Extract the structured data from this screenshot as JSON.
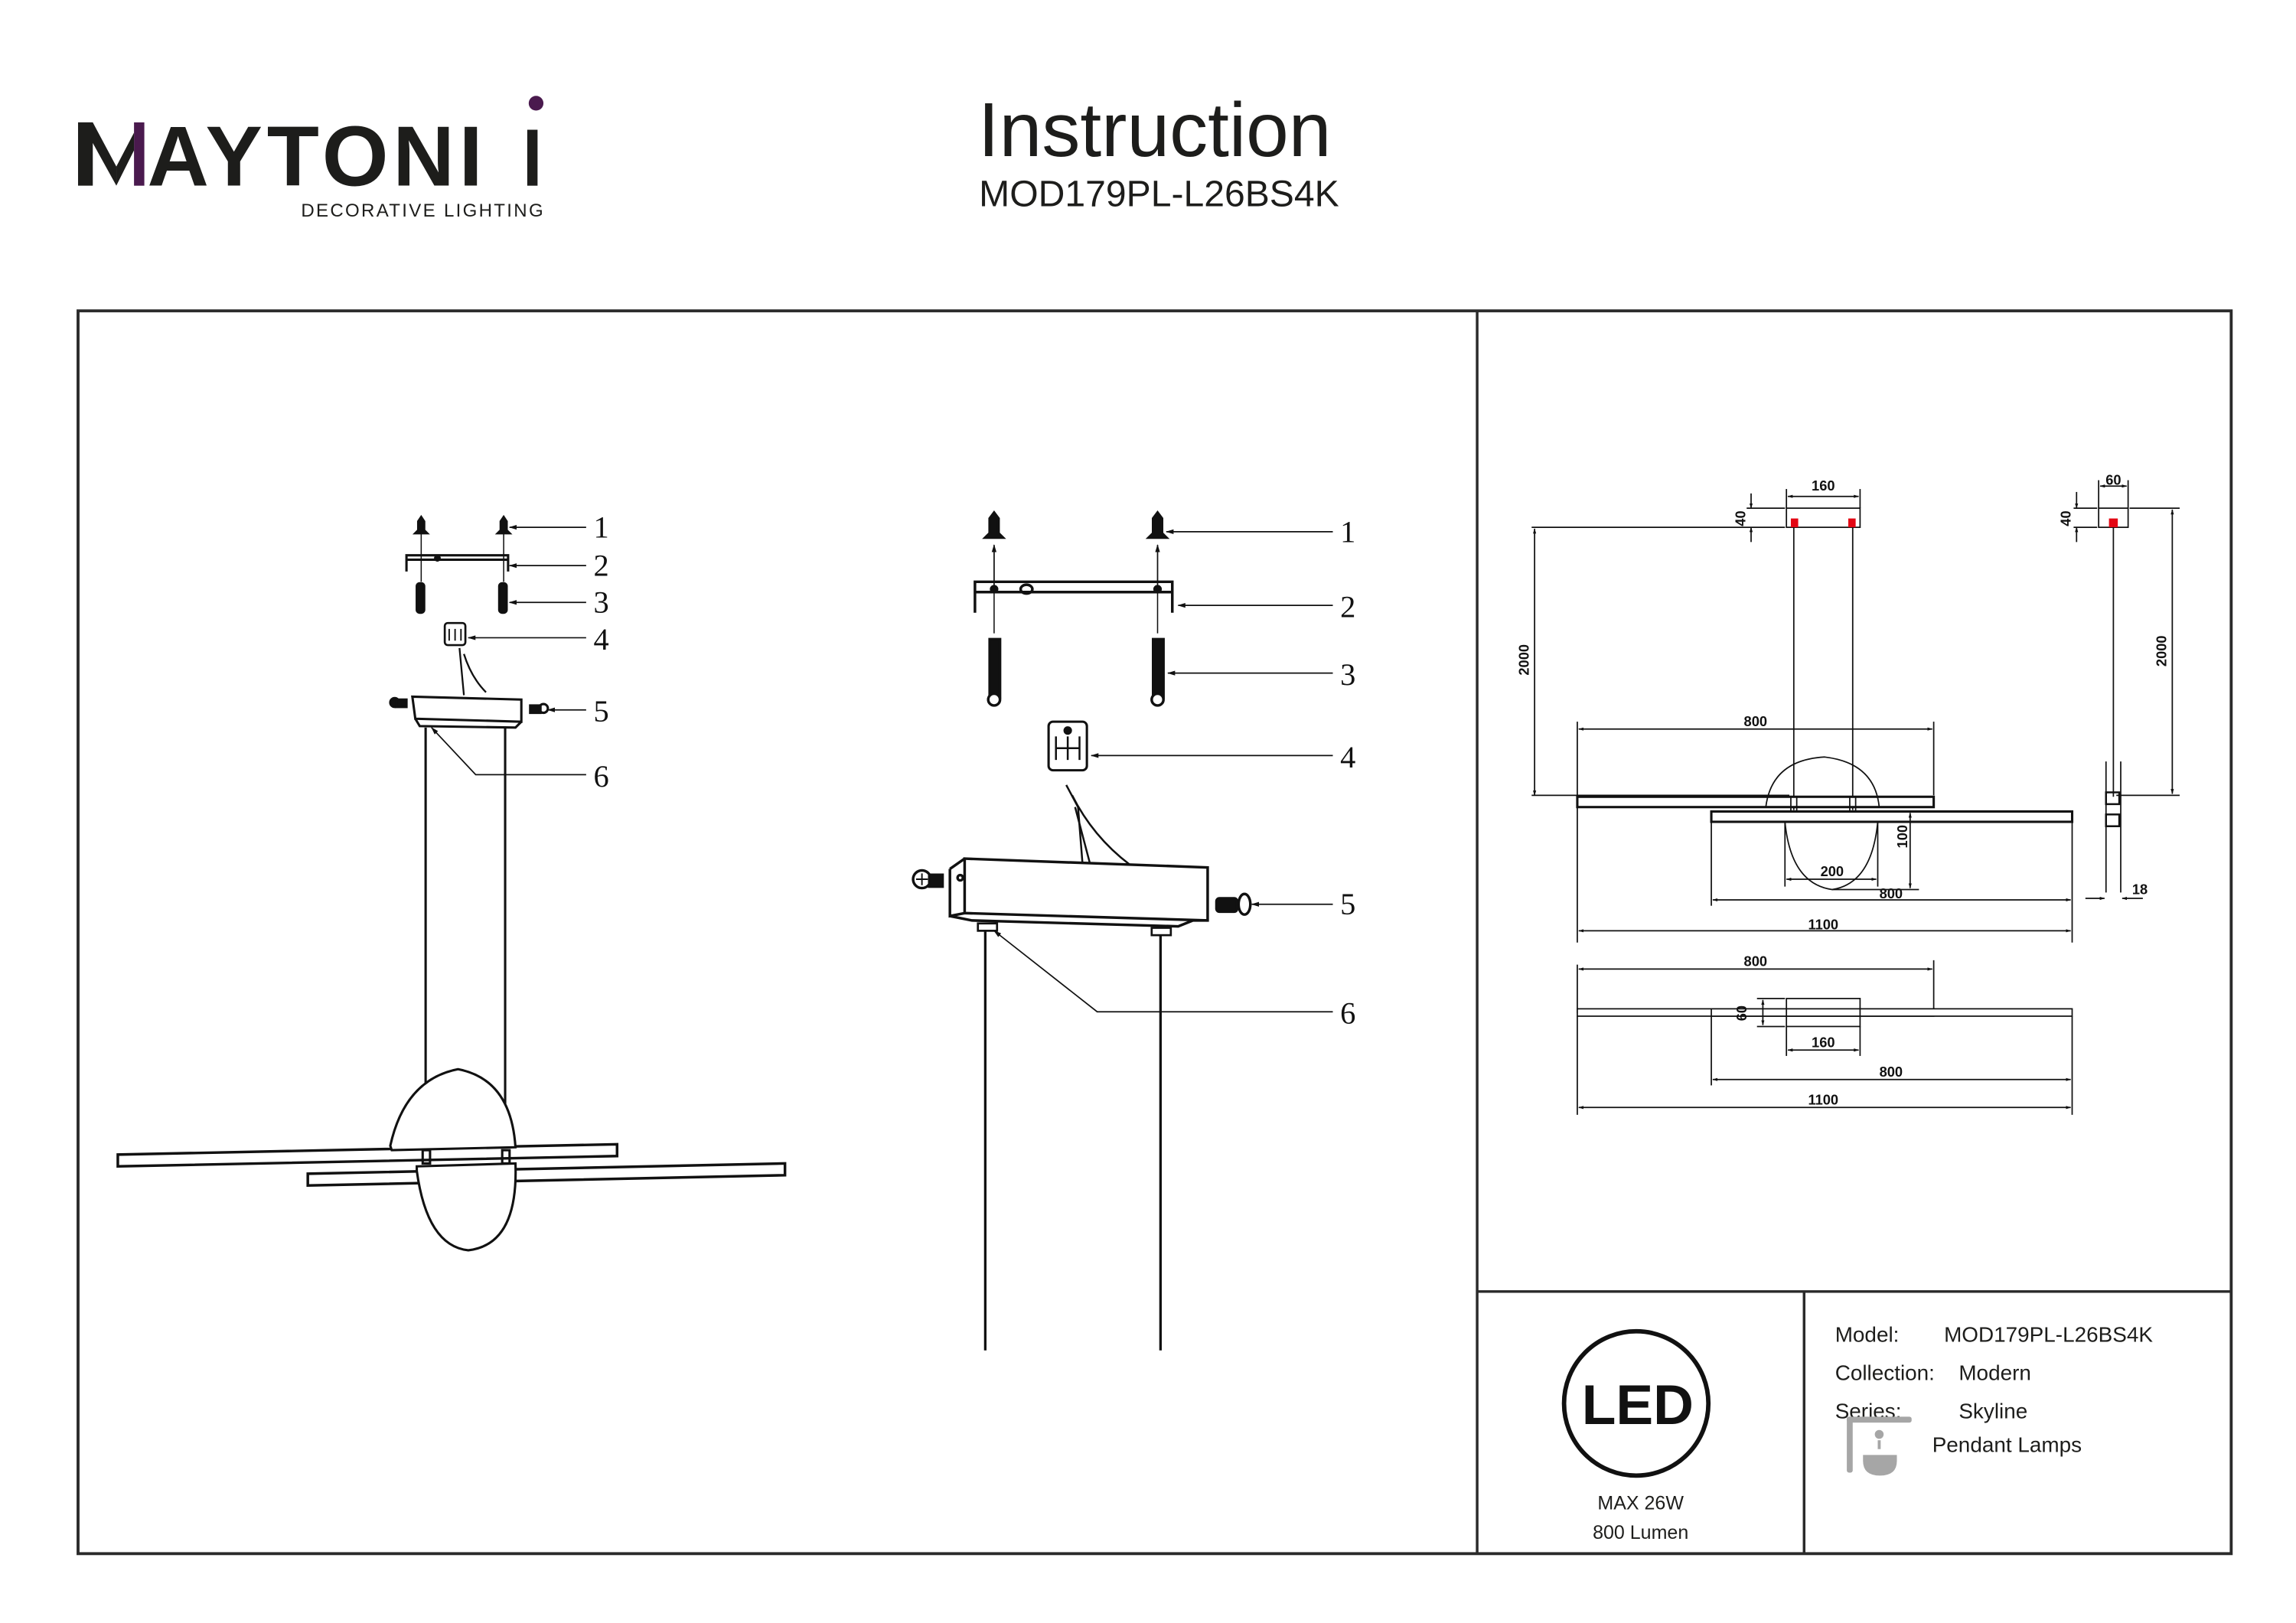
{
  "brand": {
    "logo_text": "MAYTONI",
    "tagline": "DECORATIVE LIGHTING",
    "accent_color": "#4a1a4e"
  },
  "header": {
    "title": "Instruction",
    "model_code": "MOD179PL-L26BS4K"
  },
  "assembly": {
    "callouts": [
      "1",
      "2",
      "3",
      "4",
      "5",
      "6"
    ]
  },
  "dimensions": {
    "front_view": {
      "canopy_width": "160",
      "canopy_height": "40",
      "suspension_length": "2000",
      "upper_bar_length": "800",
      "shade_depth": "100",
      "shade_width": "200",
      "lower_bar_length": "800",
      "total_length": "1100"
    },
    "side_view": {
      "canopy_width": "60",
      "canopy_height": "40",
      "suspension_length": "2000",
      "bar_depth": "18"
    },
    "top_view": {
      "upper_bar_length": "800",
      "canopy_depth": "60",
      "canopy_width": "160",
      "lower_bar_length": "800",
      "total_length": "1100"
    },
    "mount_point_color": "#e30613"
  },
  "specs": {
    "led_badge": "LED",
    "power": "MAX 26W",
    "luminous_flux": "800 Lumen",
    "rows": [
      {
        "label": "Model:",
        "value": "MOD179PL-L26BS4K"
      },
      {
        "label": "Collection:",
        "value": "Modern"
      },
      {
        "label": "Series:",
        "value": "Skyline"
      }
    ],
    "category": "Pendant Lamps",
    "category_icon": "pendant-lamp-icon"
  }
}
